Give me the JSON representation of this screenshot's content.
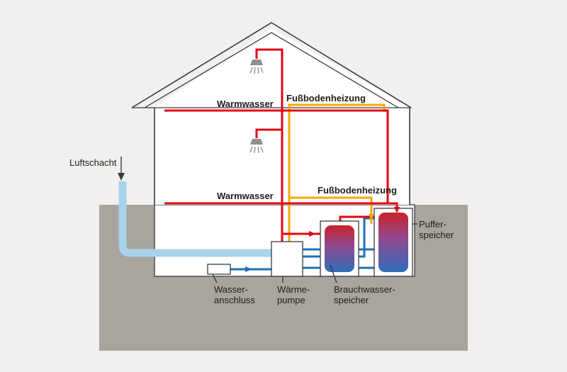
{
  "labels": {
    "luftschacht": "Luftschacht",
    "warmwasser_top": "Warmwasser",
    "fussbodenheizung_top": "Fußbodenheizung",
    "warmwasser_bottom": "Warmwasser",
    "fussbodenheizung_bottom": "Fußbodenheizung",
    "pufferspeicher": {
      "line1": "Puffer-",
      "line2": "speicher"
    },
    "wasseranschluss": {
      "line1": "Wasser-",
      "line2": "anschluss"
    },
    "waermepumpe": {
      "line1": "Wärme-",
      "line2": "pumpe"
    },
    "brauchwasserspeicher": {
      "line1": "Brauchwasser-",
      "line2": "speicher"
    }
  },
  "colors": {
    "background": "#f2f0ee",
    "ground": "#a9a49e",
    "interior": "#ffffff",
    "outline": "#3a3a39",
    "hot_water_pipe": "#e30613",
    "floor_heating_pipe": "#f5a800",
    "cold_water_pipe": "#1d71b8",
    "air_duct": "#a9d2ec",
    "tank_top": "#c92227",
    "tank_mid": "#8f4a93",
    "tank_bottom": "#2f6db8",
    "shower": "#8f8f8f",
    "label_text": "#1d1d1b"
  }
}
